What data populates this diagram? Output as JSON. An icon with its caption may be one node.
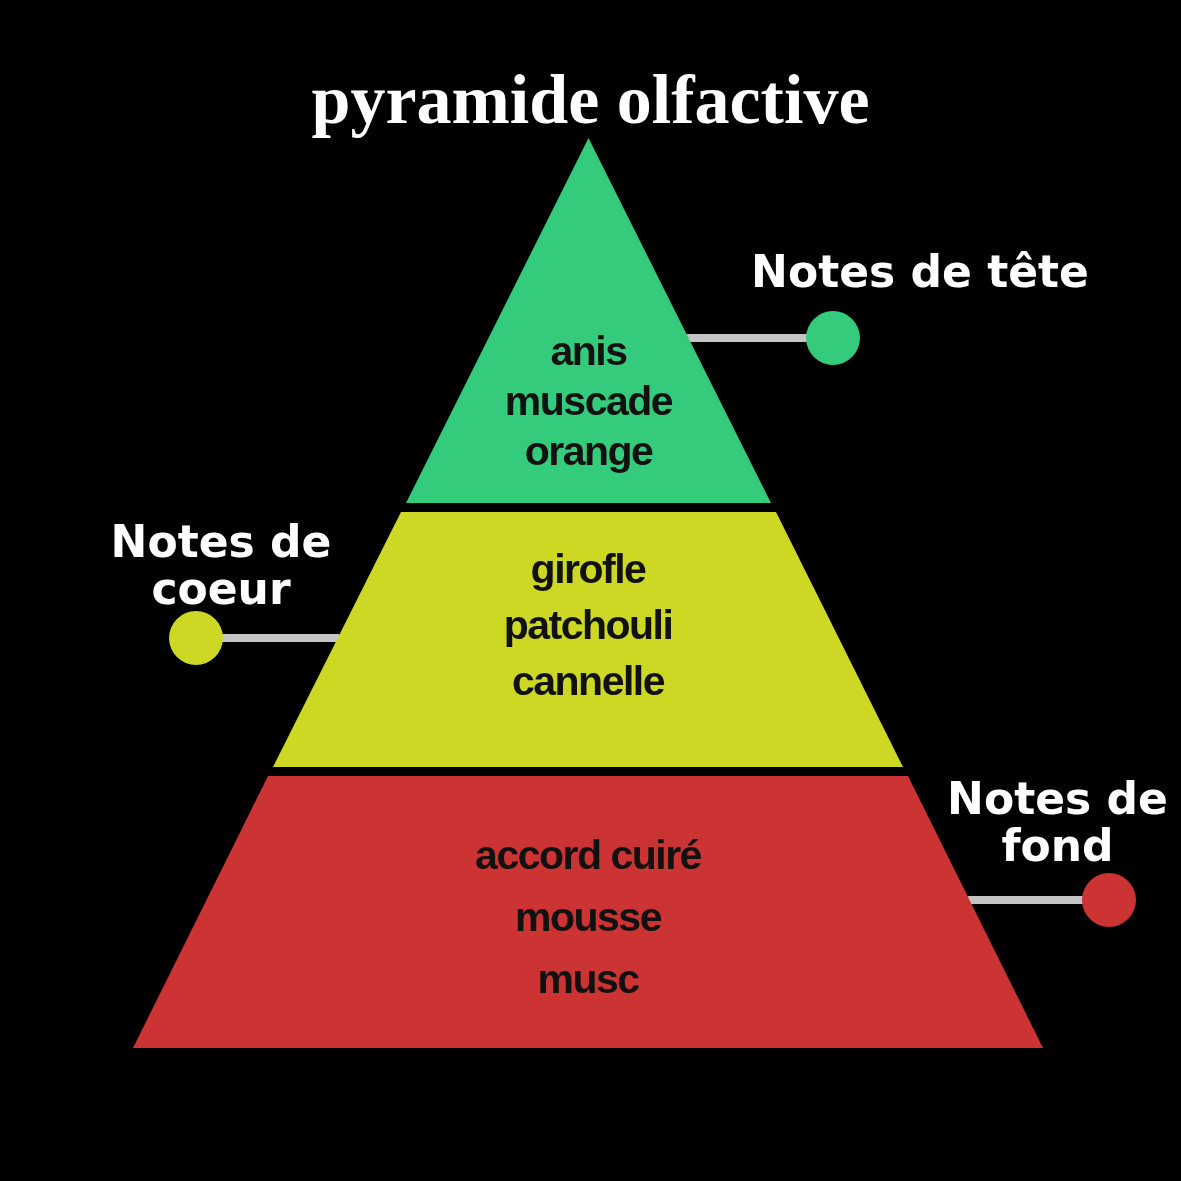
{
  "diagram": {
    "title": "pyramide olfactive",
    "nodes": [
      {
        "text": [
          "anis",
          "muscade",
          "orange"
        ]
      },
      {
        "text": [
          "girofle",
          "patchouli",
          "cannelle"
        ]
      },
      {
        "text": [
          "accord cuiré",
          "mousse",
          "musc"
        ]
      },
      {
        "text": [],
        "shape": "circle",
        "beside": [
          "Notes de tête"
        ]
      },
      {
        "text": [],
        "shape": "circle",
        "beside": [
          "Notes de coeur"
        ]
      },
      {
        "text": [],
        "shape": "circle",
        "beside": [
          "Notes de fond"
        ]
      }
    ],
    "edges": [
      {
        "from": 3,
        "to": 0,
        "arrow": "none"
      },
      {
        "from": 4,
        "to": 1,
        "arrow": "none"
      },
      {
        "from": 5,
        "to": 2,
        "arrow": "none"
      }
    ]
  }
}
